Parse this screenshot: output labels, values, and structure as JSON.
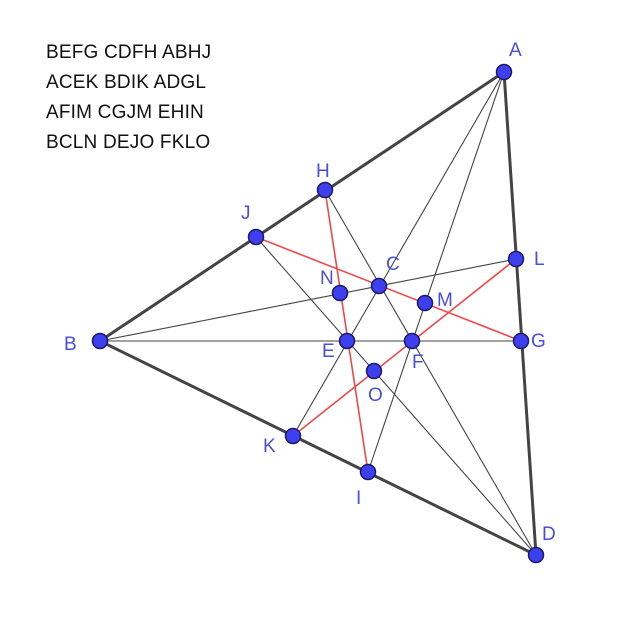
{
  "legend": {
    "rows": [
      "BEFG CDFH ABHJ",
      "ACEK BDIK ADGL",
      "AFIM CGJM EHIN",
      "BCLN DEJO FKLO"
    ]
  },
  "colors": {
    "triangle": "#444444",
    "line": "#444444",
    "highlight": "#f04848",
    "point_fill": "#3e40f0",
    "point_stroke": "#1a1a6a",
    "label": "#4a4ee0"
  },
  "points": {
    "A": "A",
    "B": "B",
    "C": "C",
    "D": "D",
    "E": "E",
    "F": "F",
    "G": "G",
    "H": "H",
    "I": "I",
    "J": "J",
    "K": "K",
    "L": "L",
    "M": "M",
    "N": "N",
    "O": "O"
  }
}
